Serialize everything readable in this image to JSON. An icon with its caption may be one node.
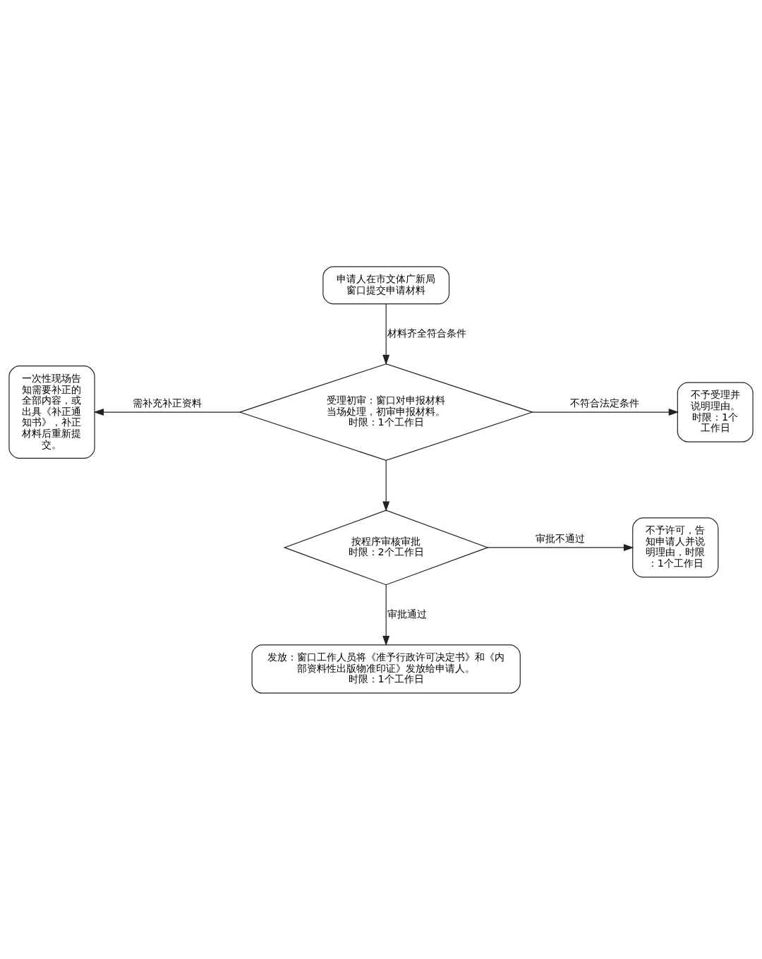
{
  "diagram": {
    "nodes": [
      {
        "text": [
          "申请人在市文体广新局窗口提交申请材料"
        ]
      },
      {
        "text": [
          "受理初审：窗口对申报材料当场处理，初审申报材料。时限：1个工作日"
        ]
      },
      {
        "text": [
          "一次性现场告知需要补正的全部内容，或出具《补正通知书》，补正材料后重新提交。"
        ]
      },
      {
        "text": [
          "不予受理并说明理由。时限：1个工作日"
        ]
      },
      {
        "text": [
          "按程序审核审批",
          "时限：2个工作日"
        ]
      },
      {
        "text": [
          "不予许可，告知申请人并说明理由，时限：1个工作日"
        ]
      },
      {
        "text": [
          "发放：窗口工作人员将《准予行政许可决定书》和《内部资料性出版物准印证》发放给申请人。时限：1个工作日"
        ]
      }
    ],
    "edges": [
      {
        "from": 0,
        "to": 1,
        "arrow": "to",
        "label": "材料齐全符合条件"
      },
      {
        "from": 1,
        "to": 2,
        "arrow": "to",
        "label": "需补充补正资料"
      },
      {
        "from": 1,
        "to": 3,
        "arrow": "to",
        "label": "不符合法定条件"
      },
      {
        "from": 1,
        "to": 4,
        "arrow": "to"
      },
      {
        "from": 4,
        "to": 5,
        "arrow": "to",
        "label": "审批不通过"
      },
      {
        "from": 4,
        "to": 6,
        "arrow": "to",
        "label": "审批通过"
      }
    ]
  }
}
